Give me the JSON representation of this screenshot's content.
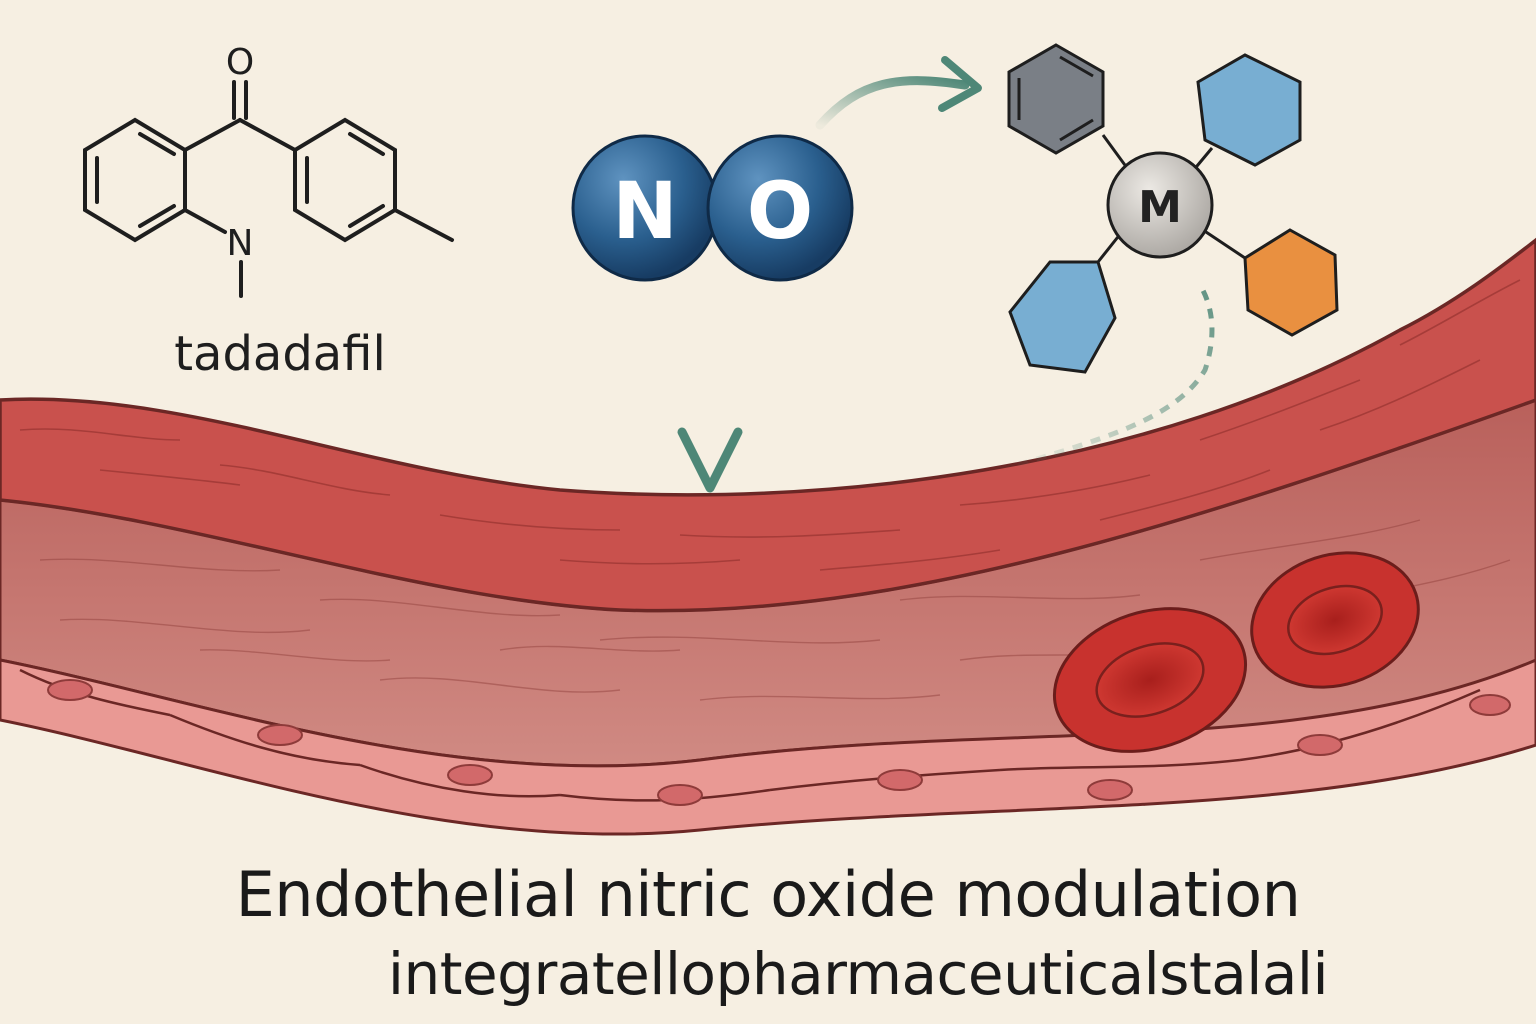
{
  "molecule": {
    "label": "tadadafil",
    "oxygen": "O",
    "nitrogen": "N"
  },
  "nitric_oxide": {
    "atom1": "N",
    "atom2": "O"
  },
  "complex": {
    "metal": "M"
  },
  "caption": {
    "line1": "Endothelial nitric oxide modulation",
    "line2": "integratellopharmaceuticalstalali"
  },
  "colors": {
    "background": "#f6efe2",
    "vessel_wall": "#c9514d",
    "lumen": "#c97670",
    "endothelium": "#e99994",
    "red_blood_cell": "#c8322e",
    "arrow": "#4e8777",
    "no_sphere": "#2a5f8e",
    "hex_blue": "#78aed2",
    "hex_orange": "#e99040",
    "hex_gray": "#7a7f86",
    "metal_center": "#c9c6c2"
  }
}
